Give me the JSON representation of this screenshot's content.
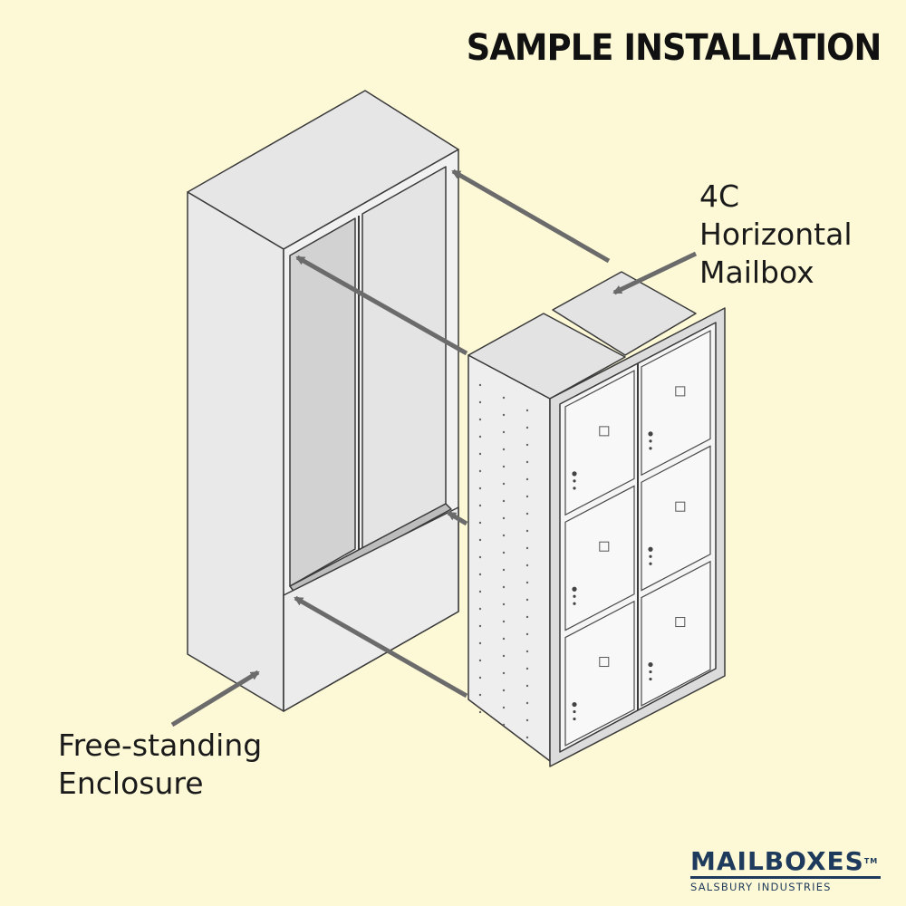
{
  "title": "SAMPLE INSTALLATION",
  "callouts": {
    "mailbox": [
      "4C",
      "Horizontal",
      "Mailbox"
    ],
    "enclosure": [
      "Free-standing",
      "Enclosure"
    ]
  },
  "logo": {
    "main": "MAILBOXES",
    "tm": "TM",
    "sub": "SALSBURY INDUSTRIES"
  },
  "colors": {
    "background": "#fdf9d6",
    "arrow": "#6b6b6b",
    "outline": "#3a3a3a",
    "panel_light": "#f2f2f2",
    "panel_mid": "#e2e2e2",
    "panel_dark": "#cfcfcf",
    "logo": "#1e3a5c"
  },
  "mailbox_doors": {
    "columns": 2,
    "rows": 3
  }
}
